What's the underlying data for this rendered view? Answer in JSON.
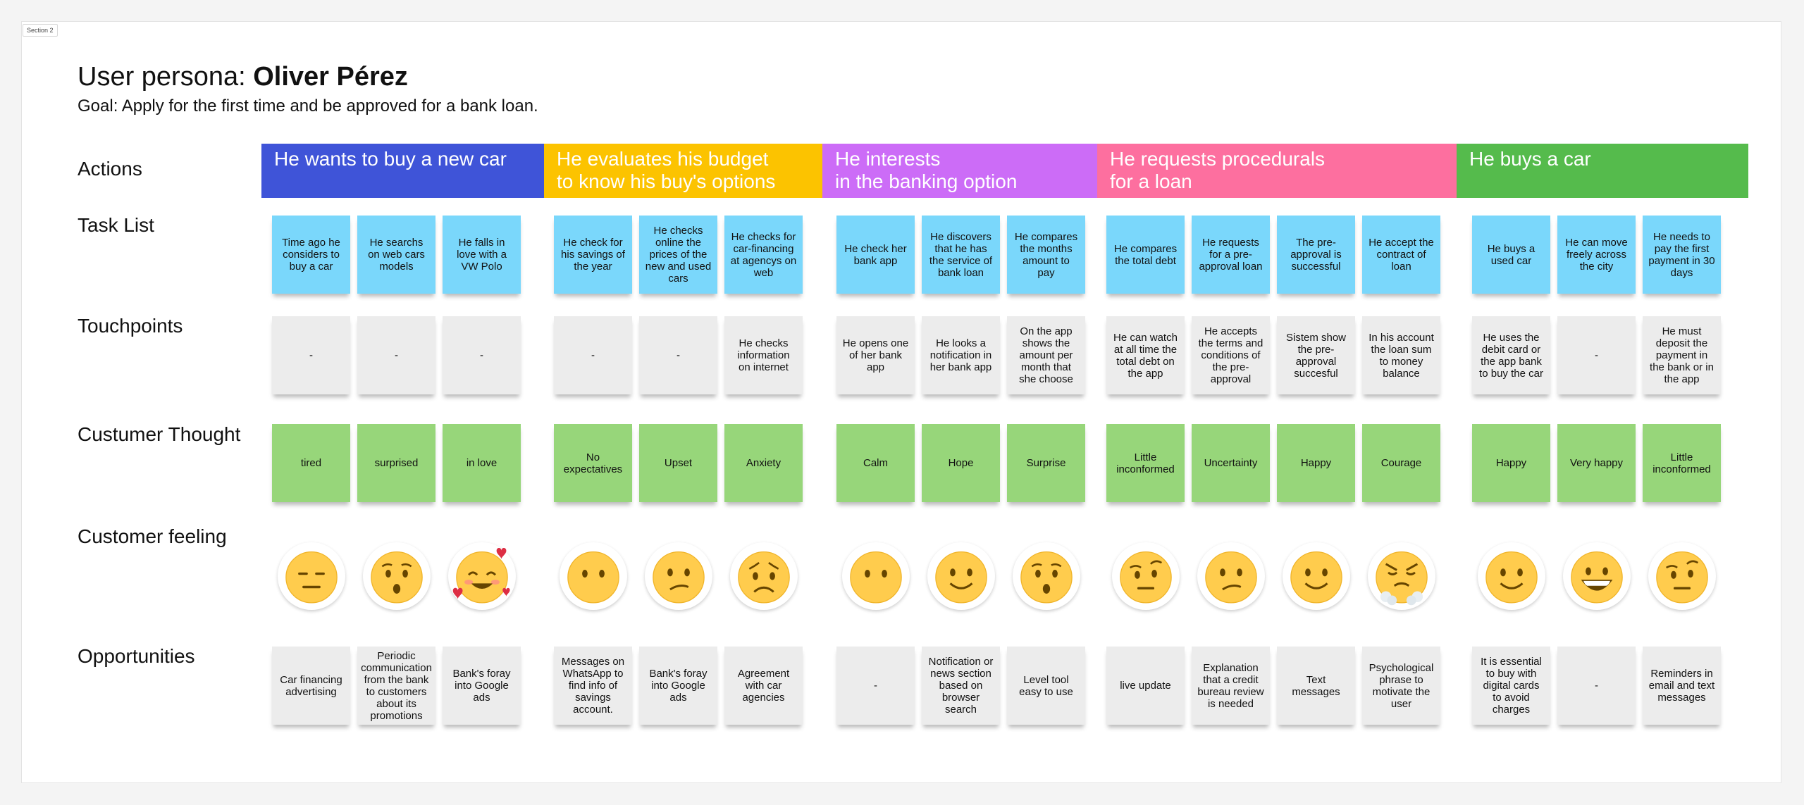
{
  "section_tag": "Section 2",
  "title_prefix": "User persona: ",
  "title_name": "Oliver Pérez",
  "goal": "Goal: Apply for the first time and be approved for a bank loan.",
  "row_labels": {
    "actions": "Actions",
    "task_list": "Task List",
    "touchpoints": "Touchpoints",
    "thought": "Custumer Thought",
    "feeling": "Customer feeling",
    "opportunities": "Opportunities"
  },
  "colors": {
    "phase1": "#3f54d8",
    "phase2": "#fcc300",
    "phase3": "#cc6cf7",
    "phase4": "#fd6f9f",
    "phase5": "#55bb4c",
    "task": "#7ad7fb",
    "thought": "#97d67a",
    "neutral": "#ececec"
  },
  "phases": [
    {
      "header": [
        "He wants to buy a new car"
      ],
      "tasks": [
        "Time ago he considers to buy a car",
        "He searchs on web cars models",
        "He falls in love with a VW Polo"
      ],
      "touchpoints": [
        "-",
        "-",
        "-"
      ],
      "thoughts": [
        "tired",
        "surprised",
        "in love"
      ],
      "feelings": [
        "expressionless-face-icon",
        "hushed-face-icon",
        "smiling-face-with-hearts-icon"
      ],
      "opportunities": [
        "Car financing advertising",
        "Periodic communication from the bank to customers about its promotions",
        "Bank's foray into Google ads"
      ]
    },
    {
      "header": [
        "He evaluates his budget",
        "to know his buy's options"
      ],
      "tasks": [
        "He check for his savings of the year",
        "He checks online the prices of the new and used cars",
        "He checks for car-financing at agencys on web"
      ],
      "touchpoints": [
        "-",
        "-",
        "He checks information on internet"
      ],
      "thoughts": [
        "No expectatives",
        "Upset",
        "Anxiety"
      ],
      "feelings": [
        "neutral-face-icon",
        "confused-face-icon",
        "worried-face-icon"
      ],
      "opportunities": [
        "Messages on WhatsApp to find info of savings account.",
        "Bank's foray into Google ads",
        "Agreement with car agencies"
      ]
    },
    {
      "header": [
        "He interests",
        "in the banking option"
      ],
      "tasks": [
        "He check her bank app",
        "He discovers that he has the service of bank loan",
        "He compares the months amount to pay"
      ],
      "touchpoints": [
        "He opens one of her bank app",
        "He looks a notification in her bank app",
        "On the app shows the amount per month that she choose"
      ],
      "thoughts": [
        "Calm",
        "Hope",
        "Surprise"
      ],
      "feelings": [
        "neutral-face-icon",
        "slightly-smiling-face-icon",
        "hushed-face-icon"
      ],
      "opportunities": [
        "-",
        "Notification or news section based on browser search",
        "Level tool easy to use"
      ]
    },
    {
      "header": [
        "He requests procedurals",
        "for a loan"
      ],
      "tasks": [
        "He compares the total debt",
        "He requests for a pre-approval loan",
        "The pre-approval is successful",
        "He accept the contract of loan"
      ],
      "touchpoints": [
        "He can watch at all time the total debt on the app",
        "He accepts the terms and conditions of the pre-approval",
        "Sistem show the pre-approval succesful",
        "In his account the loan sum to money balance"
      ],
      "thoughts": [
        "Little inconformed",
        "Uncertainty",
        "Happy",
        "Courage"
      ],
      "feelings": [
        "raised-eyebrow-face-icon",
        "confused-face-icon",
        "slightly-smiling-face-icon",
        "steam-from-nose-face-icon"
      ],
      "opportunities": [
        "live update",
        "Explanation that a credit bureau review is needed",
        "Text messages",
        "Psychological phrase to motivate the user"
      ]
    },
    {
      "header": [
        "He buys a car"
      ],
      "tasks": [
        "He buys a used car",
        "He can move freely across the city",
        "He needs to pay the first payment in 30 days"
      ],
      "touchpoints": [
        "He uses the debit card or the app bank to buy the car",
        "-",
        "He must deposit the payment in the bank or in the app"
      ],
      "thoughts": [
        "Happy",
        "Very happy",
        "Little inconformed"
      ],
      "feelings": [
        "slightly-smiling-face-icon",
        "grinning-face-icon",
        "raised-eyebrow-face-icon"
      ],
      "opportunities": [
        "It is essential to buy with digital cards to avoid charges",
        "-",
        "Reminders in email and text messages"
      ]
    }
  ]
}
